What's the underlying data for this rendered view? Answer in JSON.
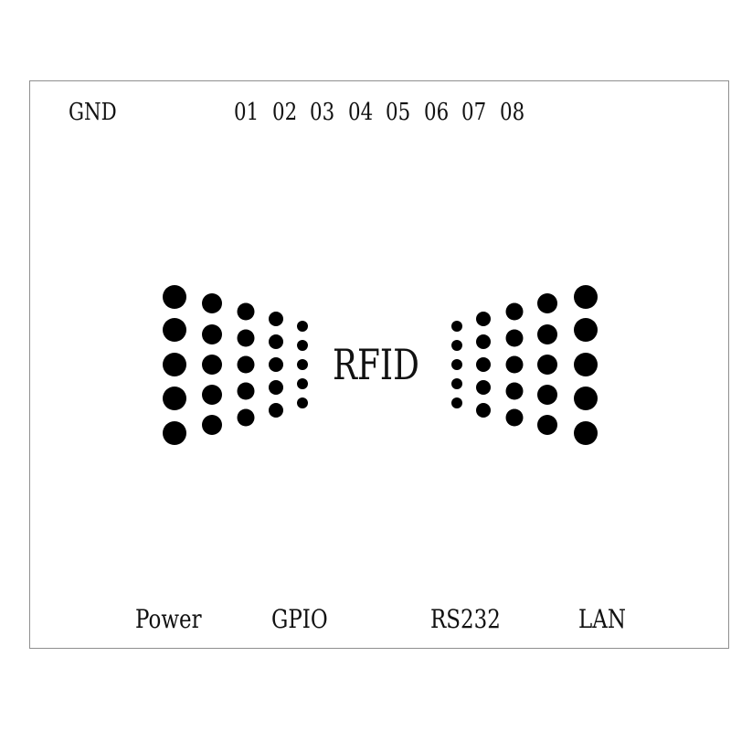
{
  "header": {
    "gnd_label": "GND",
    "pin_labels": [
      "01",
      "02",
      "03",
      "04",
      "05",
      "06",
      "07",
      "08"
    ]
  },
  "center": {
    "title": "RFID"
  },
  "footer": {
    "ports": [
      "Power",
      "GPIO",
      "RS232",
      "LAN"
    ]
  },
  "colors": {
    "ink": "#000000",
    "border": "#8f8f8f",
    "background": "#ffffff"
  }
}
